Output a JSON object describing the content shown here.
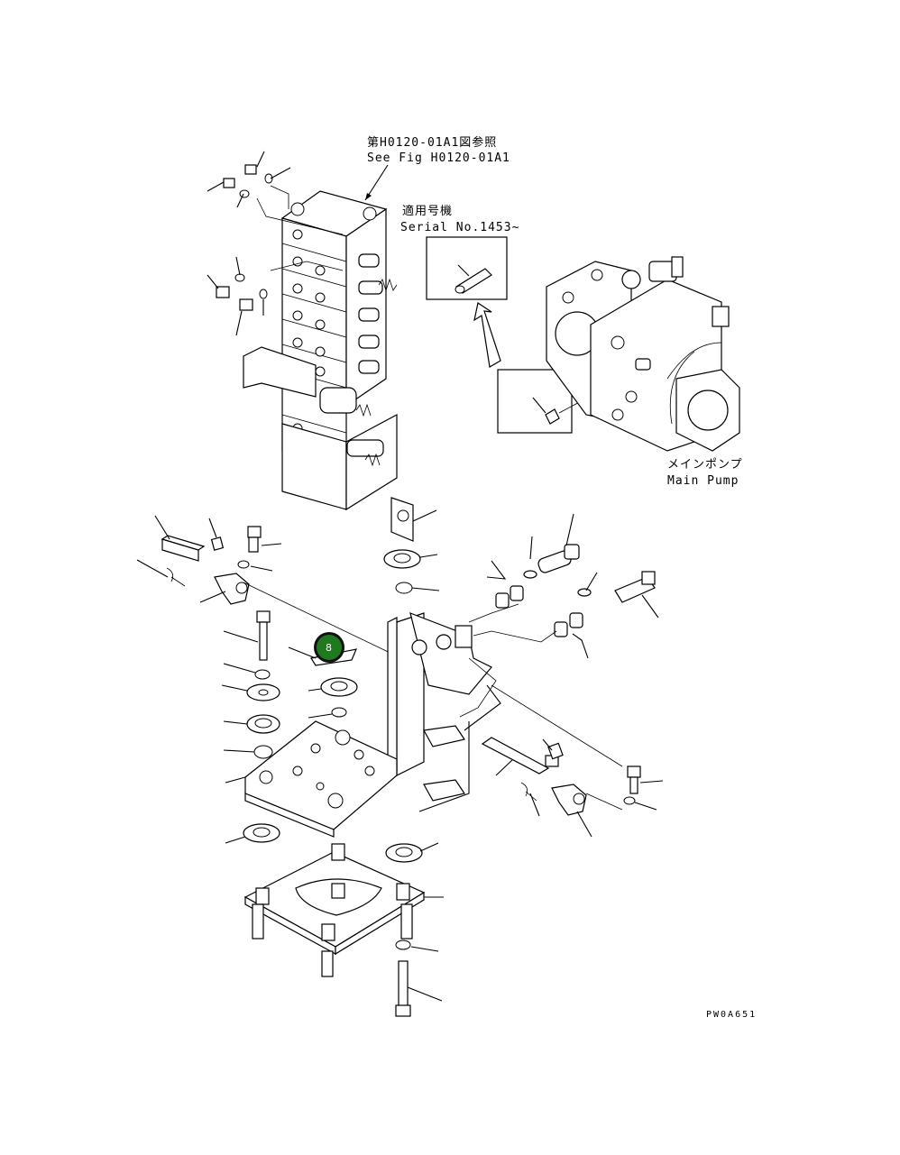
{
  "labels": {
    "ref_jp": "第H0120-01A1図参照",
    "ref_en": "See Fig H0120-01A1",
    "serial_jp": "適用号機",
    "serial_en": "Serial No.1453~",
    "pump_jp": "メインポンプ",
    "pump_en": "Main Pump",
    "drawing_code": "PW0A651"
  },
  "callout": {
    "number": "8",
    "color": "#1f7a1f"
  },
  "colors": {
    "line": "#000000",
    "background": "#ffffff"
  }
}
